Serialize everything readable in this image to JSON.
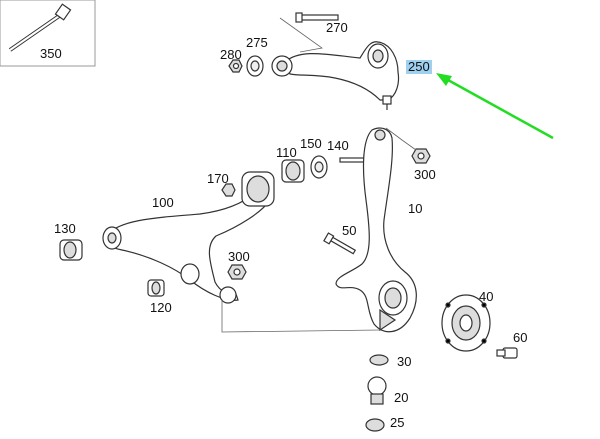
{
  "callouts": [
    {
      "id": "c350",
      "text": "350"
    },
    {
      "id": "c270",
      "text": "270"
    },
    {
      "id": "c275",
      "text": "275"
    },
    {
      "id": "c280",
      "text": "280"
    },
    {
      "id": "c250",
      "text": "250",
      "highlight": true
    },
    {
      "id": "c110",
      "text": "110"
    },
    {
      "id": "c150",
      "text": "150"
    },
    {
      "id": "c140",
      "text": "140"
    },
    {
      "id": "c170",
      "text": "170"
    },
    {
      "id": "c100",
      "text": "100"
    },
    {
      "id": "c300a",
      "text": "300"
    },
    {
      "id": "c10",
      "text": "10"
    },
    {
      "id": "c130",
      "text": "130"
    },
    {
      "id": "c50",
      "text": "50"
    },
    {
      "id": "c300b",
      "text": "300"
    },
    {
      "id": "c120",
      "text": "120"
    },
    {
      "id": "c40",
      "text": "40"
    },
    {
      "id": "c60",
      "text": "60"
    },
    {
      "id": "c30",
      "text": "30"
    },
    {
      "id": "c20",
      "text": "20"
    },
    {
      "id": "c25",
      "text": "25"
    }
  ],
  "colors": {
    "line": "#333333",
    "part_fill": "#ffffff",
    "part_shade": "#d8d8d8",
    "highlight": "#9fd0ef",
    "arrow": "#22dd22"
  },
  "icons": {
    "pointer_arrow": "green-pointer-arrow-icon"
  }
}
